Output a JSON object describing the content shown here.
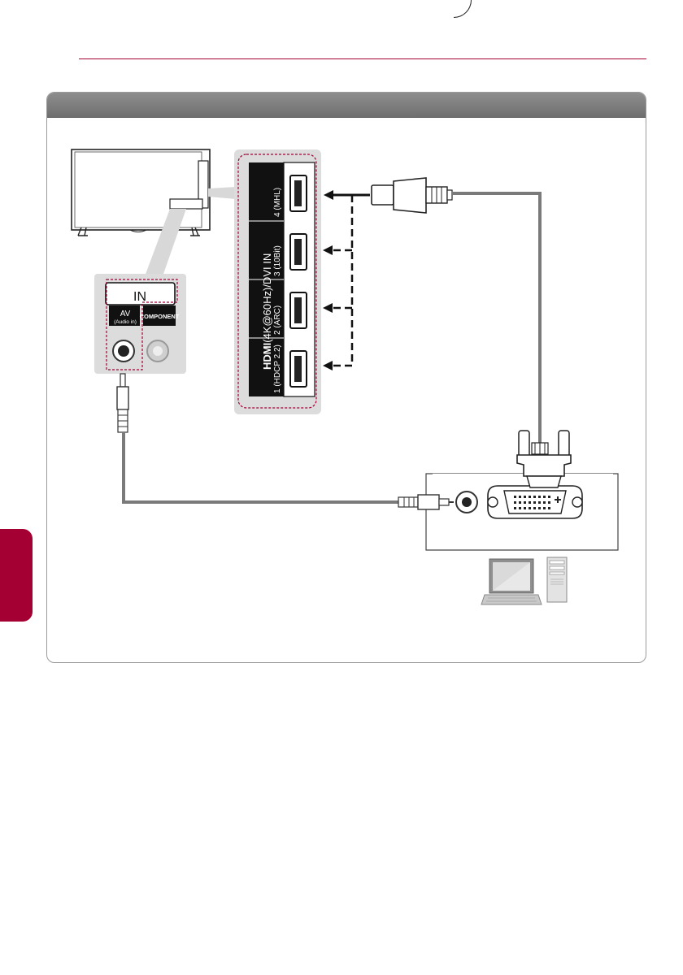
{
  "hdmi": {
    "logo": "HDMI",
    "label": "(4K@60Hz)/DVI IN",
    "ports": [
      "1 (HDCP 2.2)",
      "2 (ARC)",
      "3 (10Bit)",
      "4 (MHL)"
    ]
  },
  "av": {
    "in_label": "IN",
    "av_label": "AV",
    "audio_label": "(Audio in)",
    "component_label": "COMPONENT"
  },
  "colors": {
    "accent": "#a50034",
    "cable": "#7a7a7a",
    "callout": "#dcdcdc"
  },
  "icons": [
    "tv-icon",
    "hdmi-cable-icon",
    "dvi-connector-icon",
    "audio-jack-icon",
    "laptop-icon",
    "desktop-tower-icon"
  ]
}
